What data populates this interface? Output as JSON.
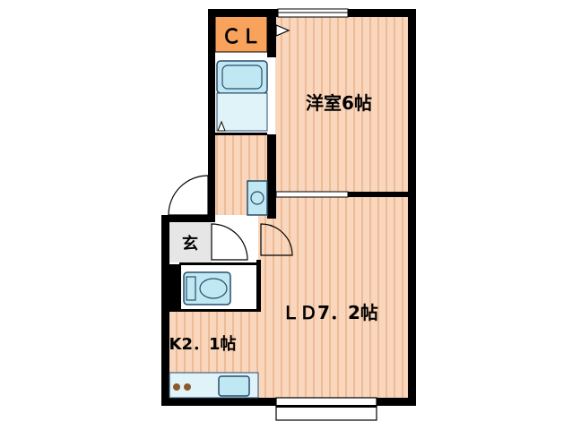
{
  "rooms": {
    "western_room": "洋室6帖",
    "living_dining": "ＬＤ7．2帖",
    "kitchen": "K2．1帖",
    "closet": "ＣＬ",
    "entrance": "玄"
  },
  "colors": {
    "floor_wood": "#f9d6bc",
    "floor_stripe": "#e3a97f",
    "closet": "#f8a25c",
    "fixture": "#bfe8f3",
    "fixture_stroke": "#2a4b6b",
    "wall": "#000000",
    "stove": "#8b5a2b"
  },
  "icons": [
    "sink-icon",
    "bathtub-icon",
    "toilet-icon",
    "washbasin-icon",
    "stove-icon",
    "door-swing-icon"
  ]
}
